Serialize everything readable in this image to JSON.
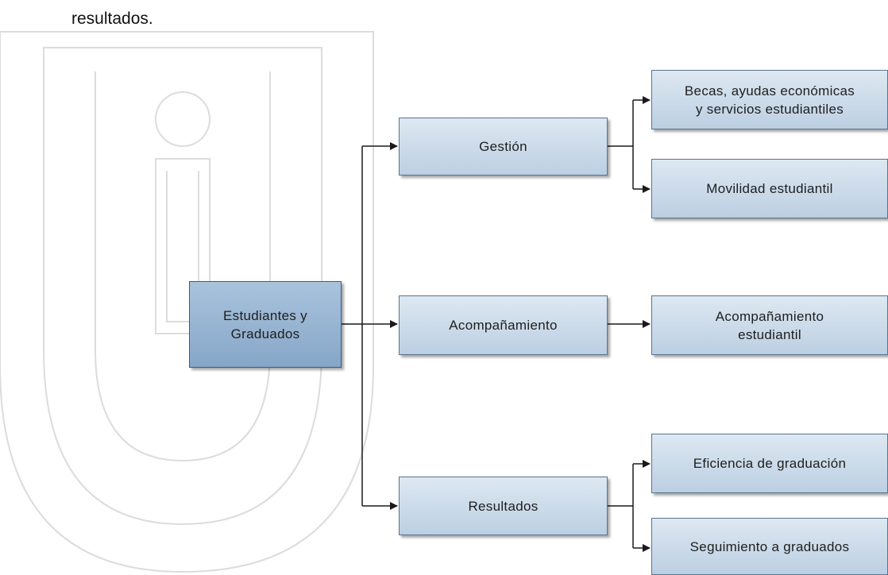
{
  "intro_text": "resultados.",
  "diagram": {
    "root": {
      "label": "Estudiantes y\nGraduados"
    },
    "branches": [
      {
        "label": "Gestión"
      },
      {
        "label": "Acompañamiento"
      },
      {
        "label": "Resultados"
      }
    ],
    "leaves": [
      {
        "label": "Becas, ayudas económicas\ny servicios estudiantiles"
      },
      {
        "label": "Movilidad estudiantil"
      },
      {
        "label": "Acompañamiento\nestudiantil"
      },
      {
        "label": "Eficiencia de graduación"
      },
      {
        "label": "Seguimiento a graduados"
      }
    ]
  },
  "colors": {
    "root_fill": "#86a6c8",
    "node_fill": "#c8d8e8",
    "border": "#59748f",
    "connector": "#1a1a1a",
    "watermark": "#d9d9d9"
  },
  "watermark": {
    "icon": "university-logo-watermark"
  }
}
